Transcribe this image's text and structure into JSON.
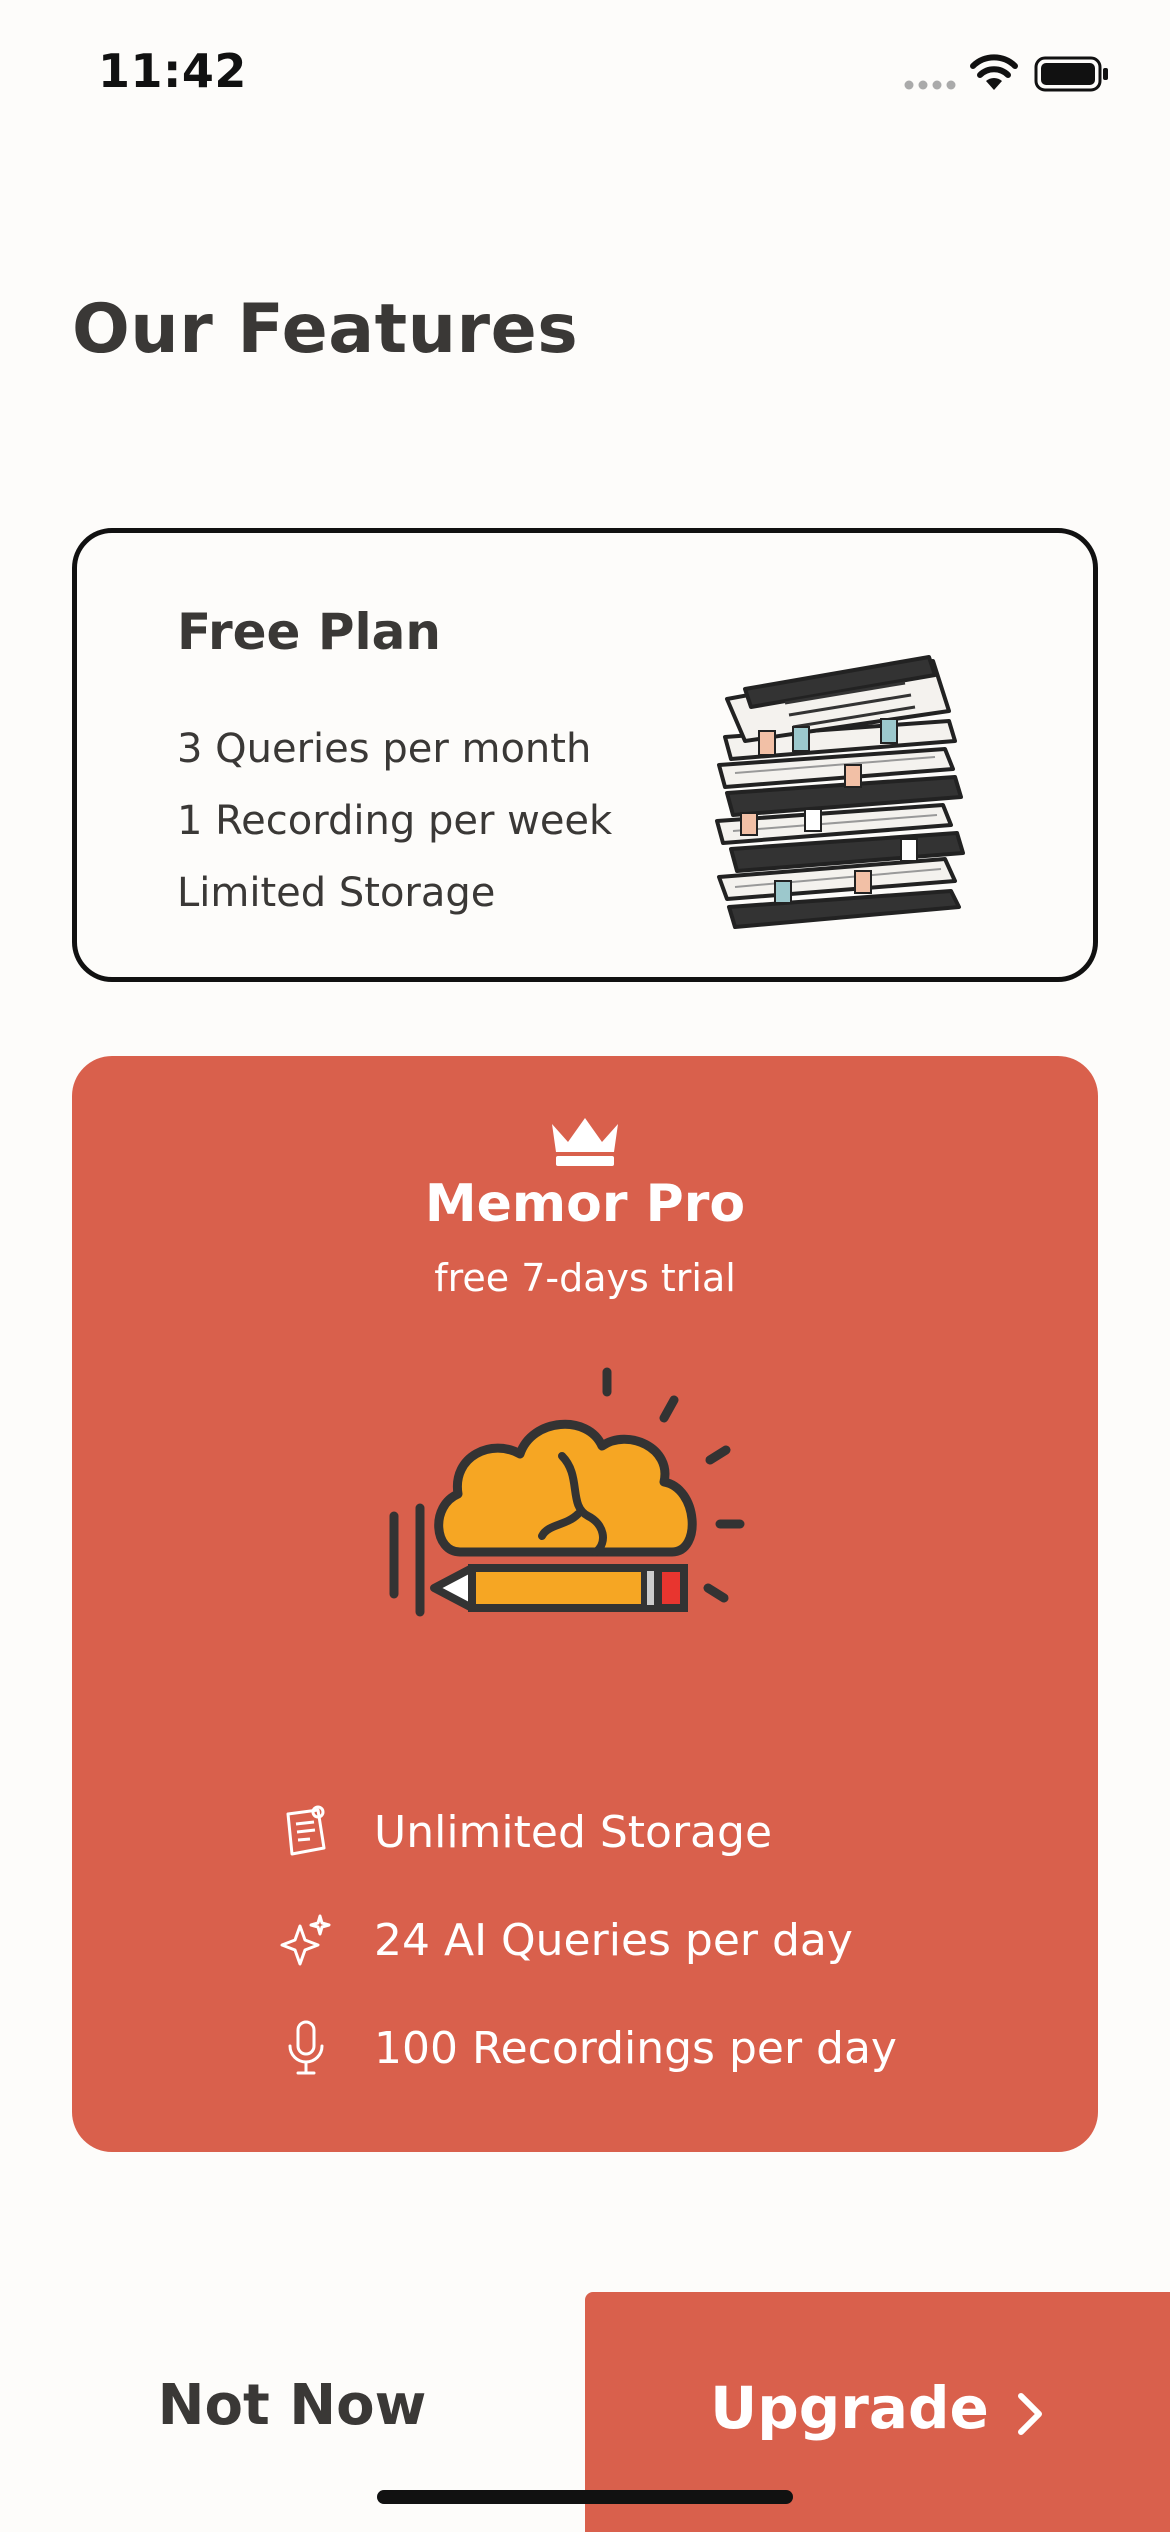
{
  "status_bar": {
    "time": "11:42"
  },
  "page": {
    "title": "Our Features"
  },
  "free_plan": {
    "title": "Free Plan",
    "features": [
      "3 Queries per month",
      "1 Recording per week",
      "Limited Storage"
    ],
    "illustration": "book-stack-icon"
  },
  "pro_plan": {
    "title": "Memor Pro",
    "subtitle": "free 7-days trial",
    "badge_icon": "crown-icon",
    "illustration": "brain-pencil-icon",
    "features": [
      {
        "icon": "notes-icon",
        "label": "Unlimited Storage"
      },
      {
        "icon": "sparkles-icon",
        "label": "24 AI Queries per day"
      },
      {
        "icon": "microphone-icon",
        "label": "100 Recordings per day"
      }
    ]
  },
  "actions": {
    "not_now_label": "Not Now",
    "upgrade_label": "Upgrade",
    "upgrade_icon": "chevron-right-icon"
  },
  "colors": {
    "accent": "#d9604c",
    "background": "#fdfcfa",
    "text": "#3a3836",
    "brain": "#f6a623"
  }
}
